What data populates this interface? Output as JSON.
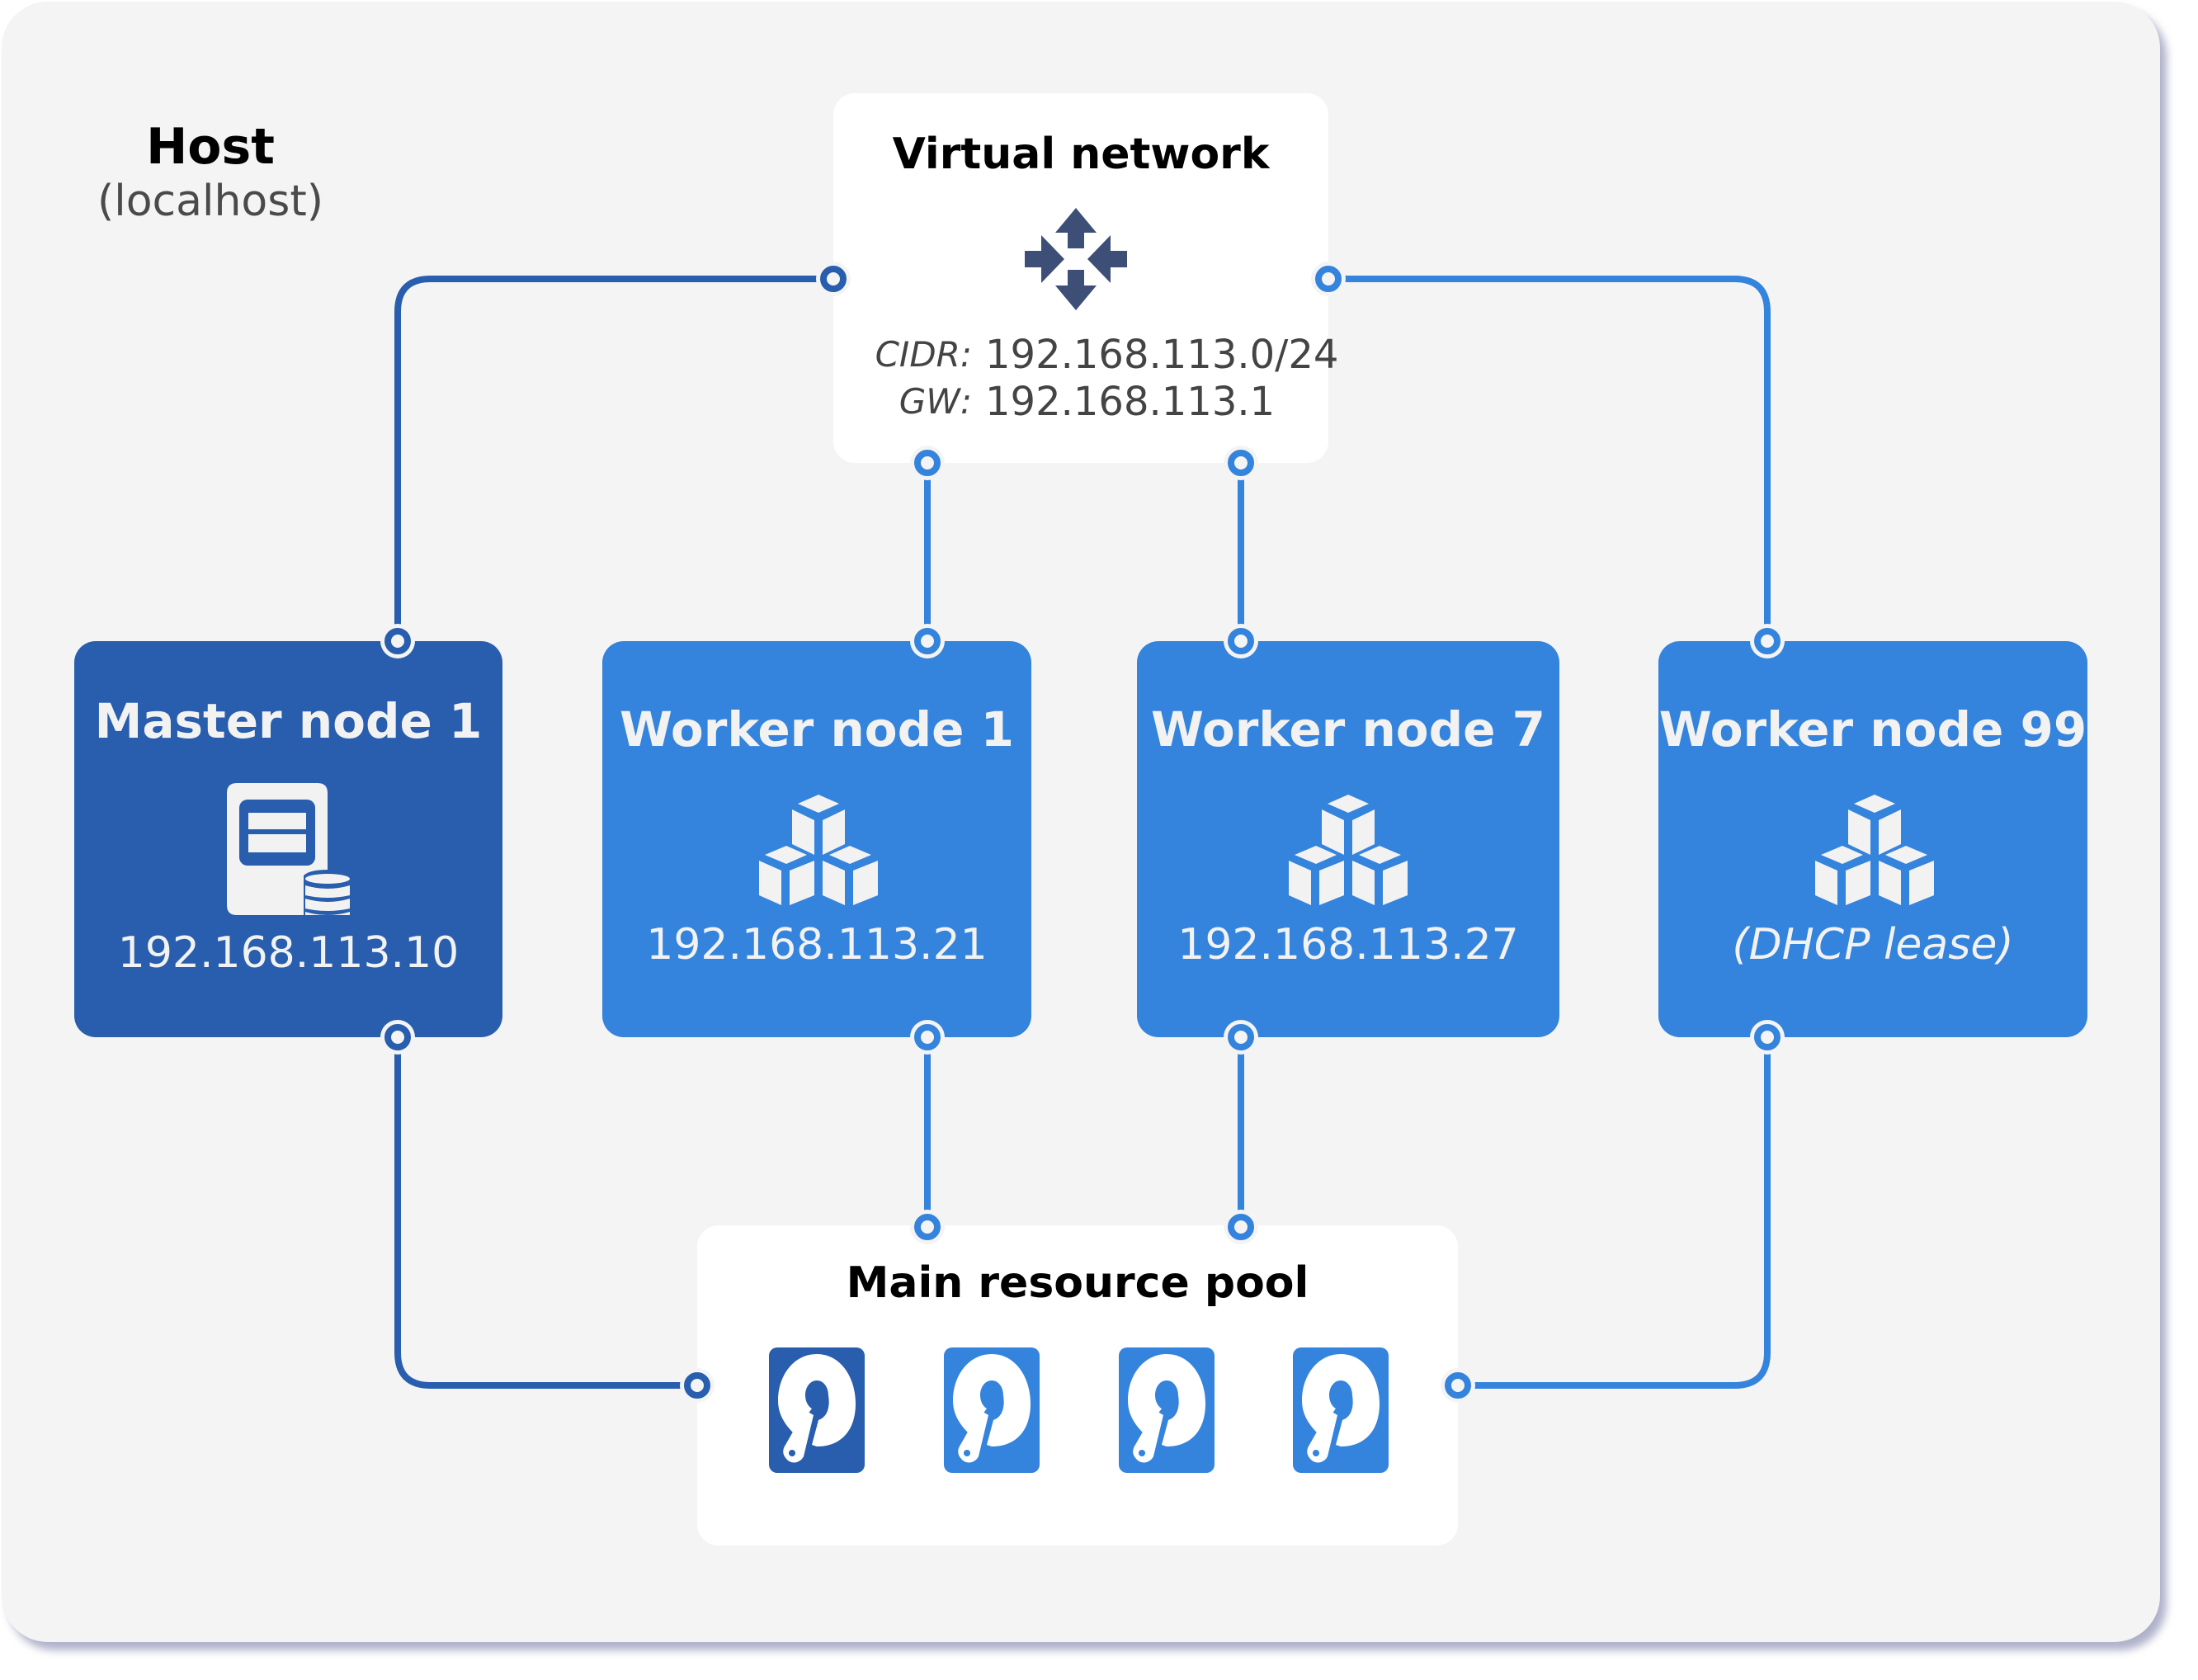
{
  "host": {
    "title": "Host",
    "subtitle": "(localhost)"
  },
  "virtual_network": {
    "title": "Virtual network",
    "icon": "router-icon",
    "cidr_label": "CIDR:",
    "cidr_value": "192.168.113.0/24",
    "gw_label": "GW:",
    "gw_value": "192.168.113.1"
  },
  "nodes": [
    {
      "name": "Master node 1",
      "role": "master",
      "icon": "server-database-icon",
      "address": "192.168.113.10"
    },
    {
      "name": "Worker node 1",
      "role": "worker",
      "icon": "cubes-icon",
      "address": "192.168.113.21"
    },
    {
      "name": "Worker node 7",
      "role": "worker",
      "icon": "cubes-icon",
      "address": "192.168.113.27"
    },
    {
      "name": "Worker node 99",
      "role": "worker",
      "icon": "cubes-icon",
      "address": "(DHCP lease)"
    }
  ],
  "resource_pool": {
    "title": "Main resource pool",
    "disks": [
      {
        "icon": "hard-disk-icon",
        "variant": "master"
      },
      {
        "icon": "hard-disk-icon",
        "variant": "worker"
      },
      {
        "icon": "hard-disk-icon",
        "variant": "worker"
      },
      {
        "icon": "hard-disk-icon",
        "variant": "worker"
      }
    ]
  },
  "connections": [
    {
      "from": "Virtual network",
      "to": "Master node 1",
      "variant": "master"
    },
    {
      "from": "Virtual network",
      "to": "Worker node 1",
      "variant": "worker"
    },
    {
      "from": "Virtual network",
      "to": "Worker node 7",
      "variant": "worker"
    },
    {
      "from": "Virtual network",
      "to": "Worker node 99",
      "variant": "worker"
    },
    {
      "from": "Master node 1",
      "to": "Main resource pool",
      "variant": "master"
    },
    {
      "from": "Worker node 1",
      "to": "Main resource pool",
      "variant": "worker"
    },
    {
      "from": "Worker node 7",
      "to": "Main resource pool",
      "variant": "worker"
    },
    {
      "from": "Worker node 99",
      "to": "Main resource pool",
      "variant": "worker"
    }
  ],
  "colors": {
    "master": "#285ead",
    "worker": "#3483dc",
    "router": "#3d4f77",
    "panel": "#f4f4f4",
    "icon_fill": "#f2f2f2"
  }
}
